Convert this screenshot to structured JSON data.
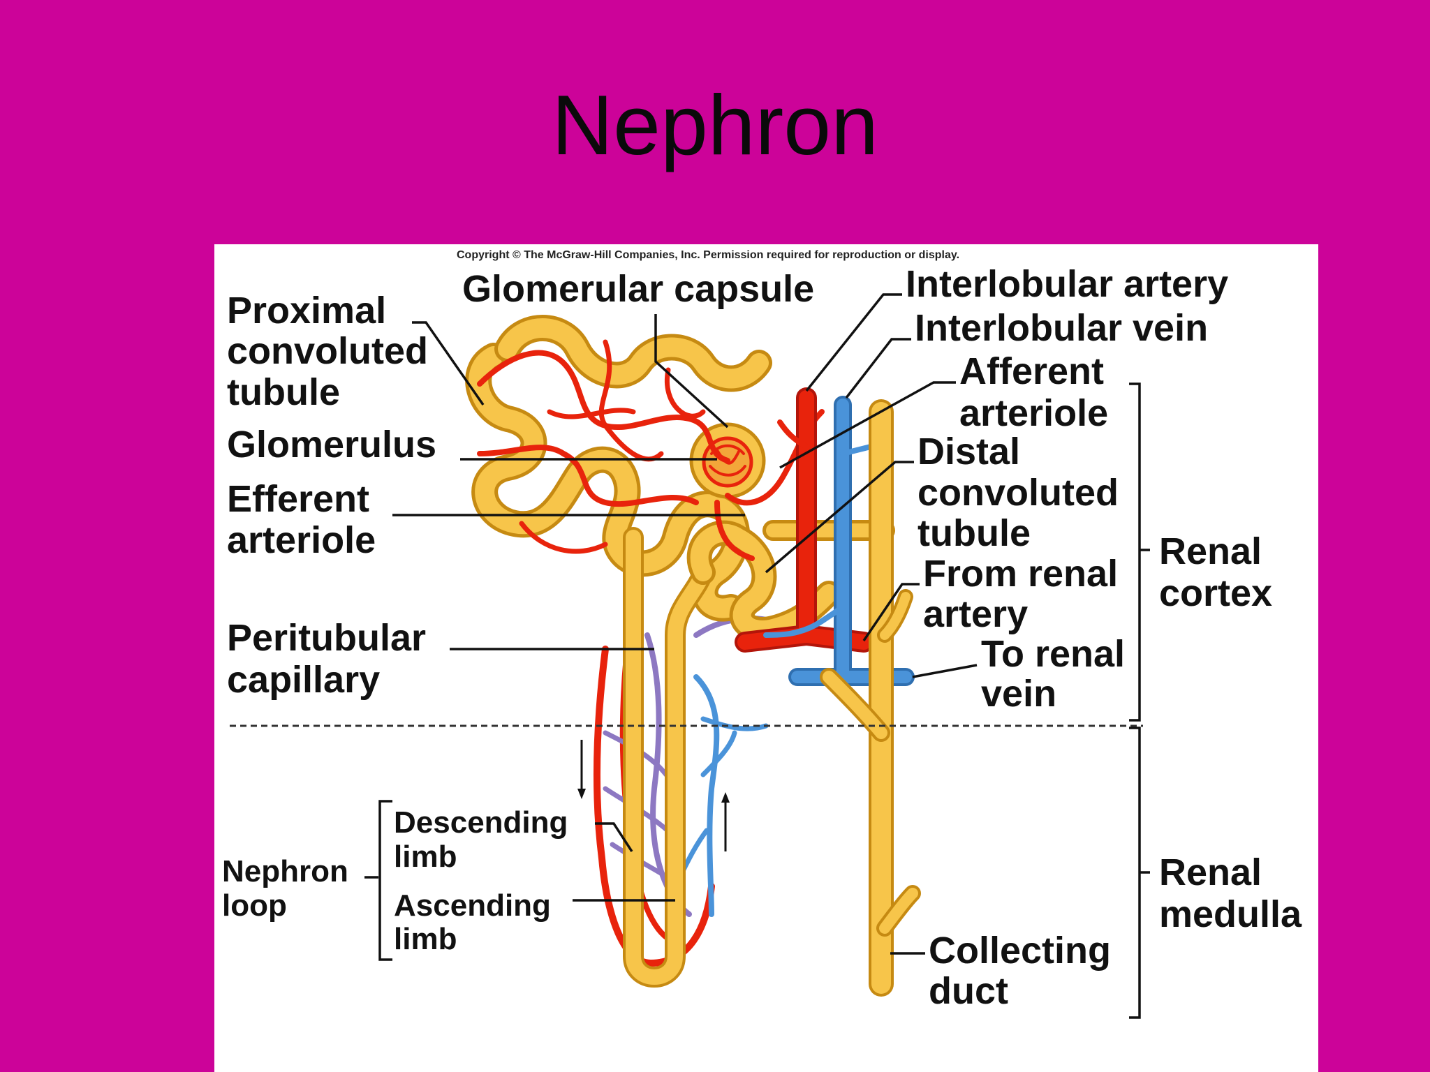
{
  "slide": {
    "title": "Nephron"
  },
  "figure": {
    "copyright": "Copyright © The McGraw-Hill Companies, Inc. Permission required for reproduction or display.",
    "labels": {
      "proximal_convoluted_tubule": [
        "Proximal",
        "convoluted",
        "tubule"
      ],
      "glomerular_capsule": "Glomerular capsule",
      "glomerulus": "Glomerulus",
      "efferent_arteriole": [
        "Efferent",
        "arteriole"
      ],
      "peritubular_capillary": [
        "Peritubular",
        "capillary"
      ],
      "interlobular_artery": "Interlobular artery",
      "interlobular_vein": "Interlobular vein",
      "afferent_arteriole": [
        "Afferent",
        "arteriole"
      ],
      "distal_convoluted_tubule": [
        "Distal",
        "convoluted",
        "tubule"
      ],
      "from_renal_artery": [
        "From renal",
        "artery"
      ],
      "to_renal_vein": [
        "To renal",
        "vein"
      ],
      "renal_cortex": [
        "Renal",
        "cortex"
      ],
      "renal_medulla": [
        "Renal",
        "medulla"
      ],
      "descending_limb": [
        "Descending",
        "limb"
      ],
      "ascending_limb": [
        "Ascending",
        "limb"
      ],
      "nephron_loop": [
        "Nephron",
        "loop"
      ],
      "collecting_duct": [
        "Collecting",
        "duct"
      ]
    },
    "colors": {
      "tubule": "#f7c54a",
      "tubule_outline": "#c68a12",
      "artery": "#e8230c",
      "vein": "#4a93d9",
      "capillary_mixed": "#8d78c2",
      "background": "#cc0399"
    }
  }
}
